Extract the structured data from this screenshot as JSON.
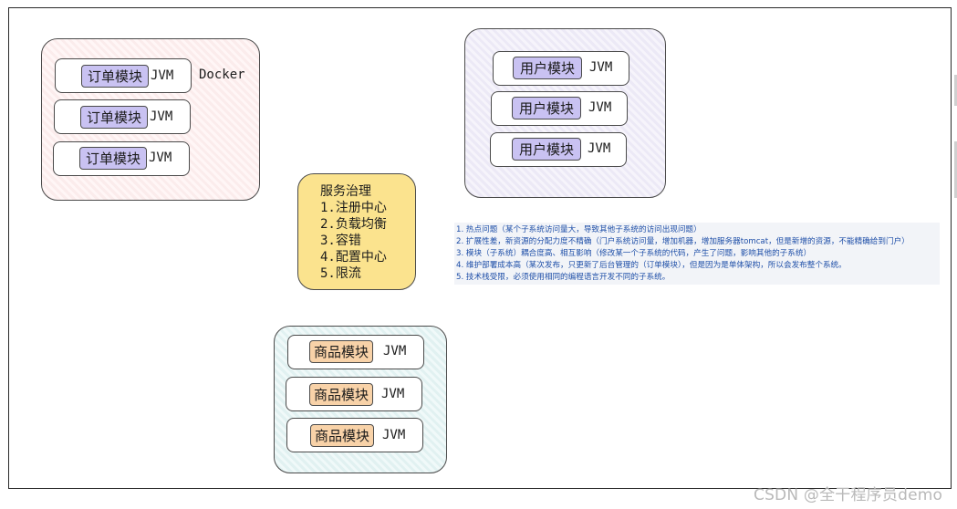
{
  "order_group": {
    "label": "Docker",
    "nodes": [
      {
        "module": "订单模块",
        "runtime": "JVM"
      },
      {
        "module": "订单模块",
        "runtime": "JVM"
      },
      {
        "module": "订单模块",
        "runtime": "JVM"
      }
    ]
  },
  "user_group": {
    "nodes": [
      {
        "module": "用户模块",
        "runtime": "JVM"
      },
      {
        "module": "用户模块",
        "runtime": "JVM"
      },
      {
        "module": "用户模块",
        "runtime": "JVM"
      }
    ]
  },
  "goods_group": {
    "nodes": [
      {
        "module": "商品模块",
        "runtime": "JVM"
      },
      {
        "module": "商品模块",
        "runtime": "JVM"
      },
      {
        "module": "商品模块",
        "runtime": "JVM"
      }
    ]
  },
  "governance": {
    "title": "服务治理",
    "items": [
      "1.注册中心",
      "2.负载均衡",
      "3.容错",
      "4.配置中心",
      "5.限流"
    ]
  },
  "notes": [
    "1. 热点问题（某个子系统访问量大，导致其他子系统的访问出现问题）",
    "2. 扩展性差，新资源的分配力度不精确（门户系统访问量，增加机器，增加服务器tomcat，但是新增的资源，不能精确给到门户）",
    "3. 模块（子系统）耦合度高、相互影响（修改某一个子系统的代码，产生了问题，影响其他的子系统）",
    "4. 维护部署成本高（某次发布，只更新了后台管理的（订单模块），但是因为是单体架构，所以会发布整个系统。",
    "5. 技术栈受限，必须使用相同的编程语言开发不同的子系统。"
  ],
  "watermark": "CSDN @全干程序员demo",
  "colors": {
    "order_bg": "#fbecec",
    "user_bg": "#ece9f6",
    "goods_bg": "#e1f1f1",
    "purple_tag": "#c9c2f2",
    "orange_tag": "#f8d2a8",
    "governance_bg": "#fbe38e",
    "notes_text": "#1f4fa8"
  }
}
